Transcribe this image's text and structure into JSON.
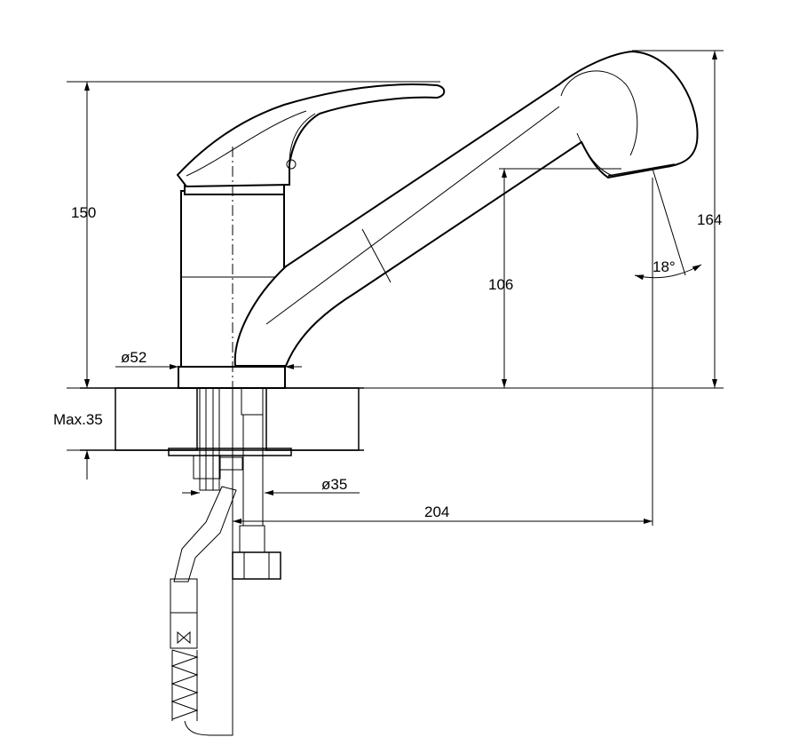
{
  "dimensions": {
    "height_to_lever": "150",
    "total_height": "164",
    "spout_height": "106",
    "base_diameter": "ø52",
    "mount_diameter": "ø35",
    "max_counter_thickness": "Max.35",
    "spout_reach": "204",
    "swivel_angle": "18°"
  },
  "colors": {
    "line": "#000000",
    "background": "#ffffff"
  }
}
